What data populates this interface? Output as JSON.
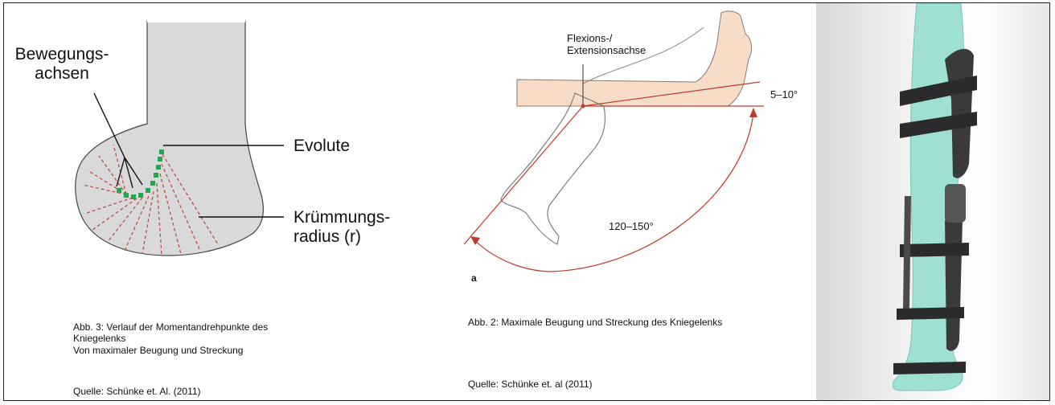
{
  "left_figure": {
    "label_axes": "Bewegungs-\nachsen",
    "label_evolute": "Evolute",
    "label_radius": "Krümmungs-\nradius (r)",
    "caption_lines": [
      "Abb. 3: Verlauf der Momentandrehpunkte des",
      "Kniegelenks",
      "Von maximaler Beugung und Streckung"
    ],
    "source": "Quelle: Schünke et. Al. (2011)",
    "colors": {
      "evolute_points": "#22a84a",
      "radius_lines": "#c0504d",
      "bone_fill": "#d9d9d9"
    }
  },
  "middle_figure": {
    "axis_label": "Flexions-/\nExtensionsachse",
    "angle_small": "5–10°",
    "angle_large": "120–150°",
    "panel_letter": "a",
    "caption": "Abb. 2: Maximale Beugung und Streckung des Kniegelenks",
    "source": "Quelle: Schünke et. al (2011)",
    "colors": {
      "angle_lines": "#c0392b",
      "leg_fill": "#f7dcc8"
    }
  },
  "right_figure": {
    "image": "knee-orthosis-render",
    "colors": {
      "leg": "#9fe0d4",
      "brace": "#3a3a3c"
    }
  }
}
